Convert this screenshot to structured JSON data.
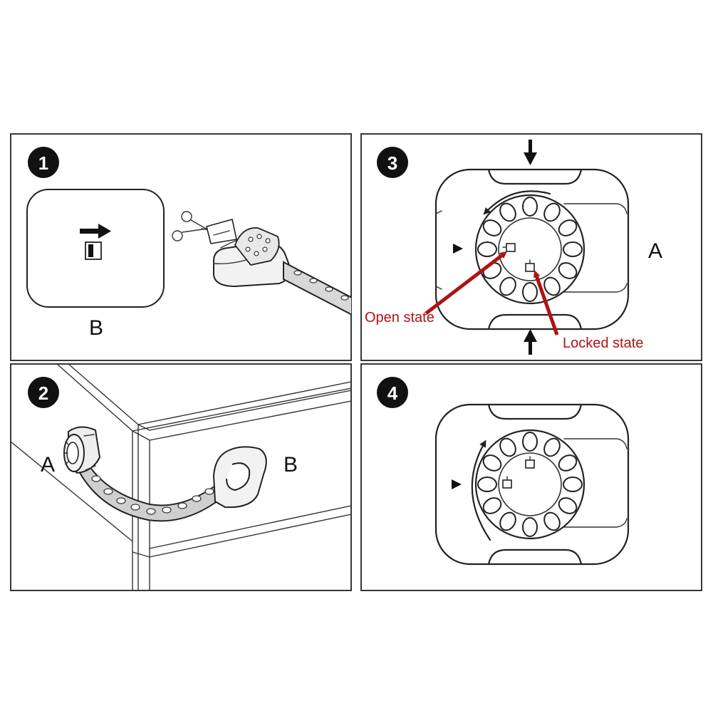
{
  "panels": [
    {
      "step": "1",
      "labels": {
        "b": "B"
      }
    },
    {
      "step": "2",
      "labels": {
        "a": "A",
        "b": "B"
      }
    },
    {
      "step": "3",
      "labels": {
        "a": "A",
        "open": "Open state",
        "locked": "Locked state"
      }
    },
    {
      "step": "4"
    }
  ],
  "colors": {
    "outline": "#222222",
    "annotation": "#b01212",
    "belt": "#c8c8c8",
    "badge": "#111111"
  }
}
